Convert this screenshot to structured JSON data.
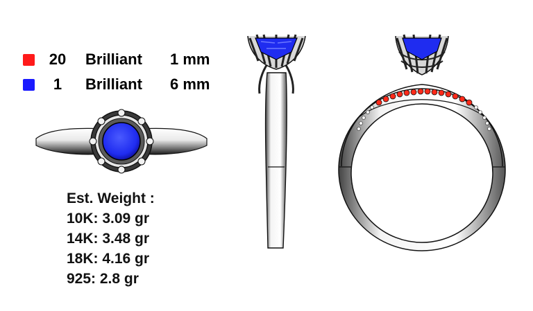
{
  "legend": [
    {
      "count": "20",
      "cut": "Brilliant",
      "size": "1 mm",
      "color": "#ff1a1a"
    },
    {
      "count": "1",
      "cut": "Brilliant",
      "size": "6 mm",
      "color": "#1a1aff"
    }
  ],
  "weights": {
    "heading": "Est. Weight :",
    "lines": [
      "10K: 3.09 gr",
      "14K: 3.48 gr",
      "18K: 4.16 gr",
      "925: 2.8 gr"
    ]
  },
  "colors": {
    "metal": "#e8e8e8",
    "outline": "#111111",
    "center_stone": "#2233ff",
    "side_stones": "#ff2a1a"
  }
}
